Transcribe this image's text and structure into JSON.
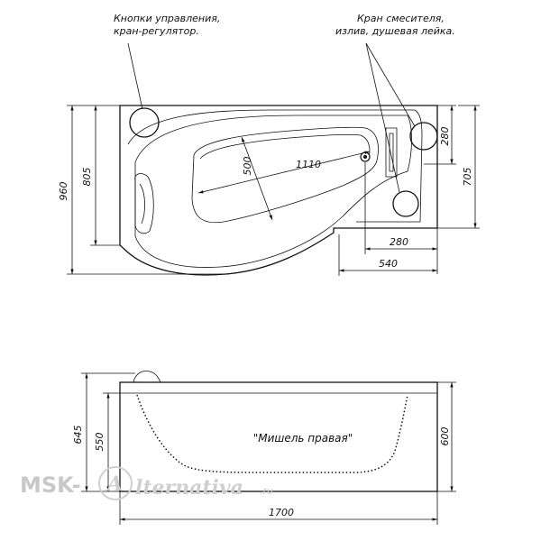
{
  "annotations": {
    "controls_line1": "Кнопки управления,",
    "controls_line2": "кран-регулятор.",
    "mixer_line1": "Кран смесителя,",
    "mixer_line2": "излив, душевая лейка."
  },
  "top_view_dimensions": {
    "d960": "960",
    "d805": "805",
    "d500": "500",
    "d1110": "1110",
    "d280_right": "280",
    "d705": "705",
    "d280_bottom": "280",
    "d540": "540"
  },
  "side_view": {
    "title": "\"Мишель правая\"",
    "d645": "645",
    "d550": "550",
    "d600": "600",
    "d1700": "1700"
  },
  "watermark": {
    "brand_left": "MSK-",
    "brand_letter": "A",
    "brand_right": "lternativa",
    "suffix": ".ru"
  },
  "colors": {
    "line": "#111111",
    "watermark": "#c8c8c8",
    "background": "#ffffff"
  }
}
